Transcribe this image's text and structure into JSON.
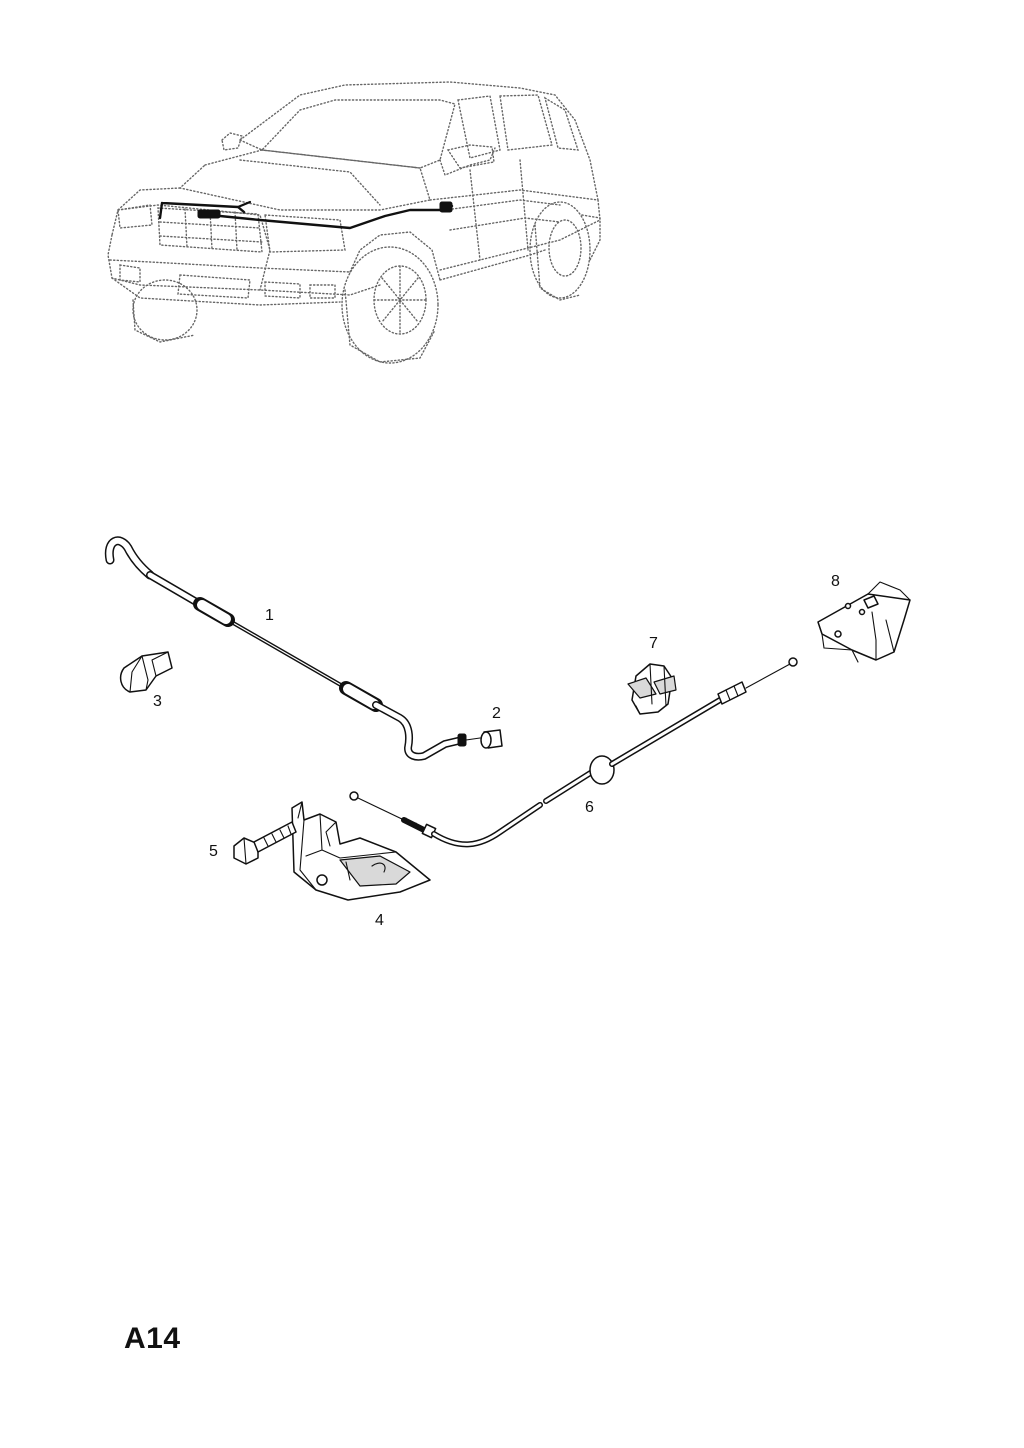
{
  "callouts": {
    "c1": "1",
    "c2": "2",
    "c3": "3",
    "c4": "4",
    "c5": "5",
    "c6": "6",
    "c7": "7",
    "c8": "8"
  },
  "page_code": "A14"
}
